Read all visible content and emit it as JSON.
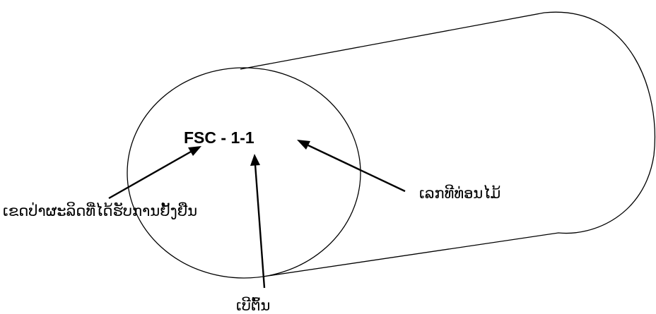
{
  "log_end": {
    "code": "FSC - 1-1"
  },
  "labels": {
    "certified_forest_zone": "ເຂດປ່າຜະລິດທີ່ໄດ້ຮັບການຢັ້ງຢືນ",
    "log_number": "ເລກທີທ່ອນໄມ້",
    "stump": "ເບີຕົ້ນ"
  }
}
